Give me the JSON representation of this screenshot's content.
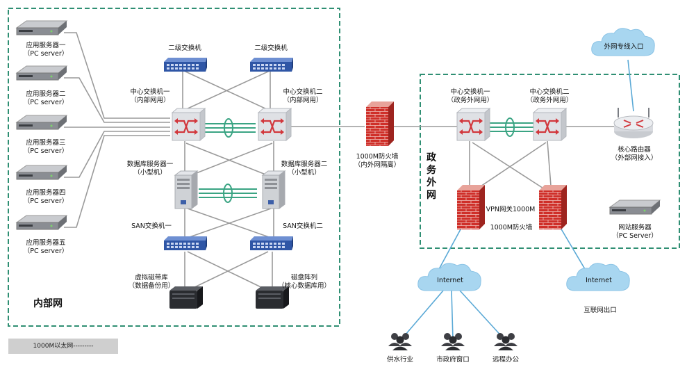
{
  "zones": {
    "internal": "内部网",
    "gov_external": [
      "政",
      "务",
      "外",
      "网"
    ]
  },
  "devices": {
    "app_server_1": [
      "应用服务器一",
      "（PC server）"
    ],
    "app_server_2": [
      "应用服务器二",
      "（PC server）"
    ],
    "app_server_3": [
      "应用服务器三",
      "（PC server）"
    ],
    "app_server_4": [
      "应用服务器四",
      "（PC server）"
    ],
    "app_server_5": [
      "应用服务器五",
      "（PC server）"
    ],
    "l2_switch_1": [
      "二级交换机"
    ],
    "l2_switch_2": [
      "二级交换机"
    ],
    "core_switch_1": [
      "中心交换机一",
      "（内部网用）"
    ],
    "core_switch_2": [
      "中心交换机二",
      "（内部网用）"
    ],
    "db_server_1": [
      "数据库服务器一",
      "（小型机）"
    ],
    "db_server_2": [
      "数据库服务器二",
      "（小型机）"
    ],
    "san_switch_1": [
      "SAN交换机一"
    ],
    "san_switch_2": [
      "SAN交换机二"
    ],
    "tape_library": [
      "虚拟磁带库",
      "（数据备份用）"
    ],
    "disk_array": [
      "磁盘阵列",
      "（核心数据库用）"
    ],
    "firewall_mid": [
      "1000M防火墙",
      "（内外网隔离）"
    ],
    "gov_switch_1": [
      "中心交换机一",
      "（政务外网用）"
    ],
    "gov_switch_2": [
      "中心交换机二",
      "（政务外网用）"
    ],
    "core_router": [
      "核心路由器",
      "（外部网接入）"
    ],
    "vpn_gateway": [
      "VPN网关1000M"
    ],
    "firewall_gov": [
      "1000M防火墙"
    ],
    "web_server": [
      "网站服务器",
      "（PC Server）"
    ],
    "cloud_dedicated": [
      "外网专线入口"
    ],
    "cloud_internet_1": [
      "Internet"
    ],
    "cloud_internet_2": [
      "Internet"
    ],
    "internet_exit": [
      "互联网出口"
    ],
    "user_water": [
      "供水行业"
    ],
    "user_gov": [
      "市政府窗口"
    ],
    "user_remote": [
      "远程办公"
    ]
  },
  "legend": "1000M以太网---------",
  "colors": {
    "zone_border": "#2f8f73",
    "switch_blue": "#2f56a6",
    "core_switch": "#d7dadf",
    "firewall": "#c9302c",
    "link_green": "#3aa483",
    "cloud": "#9fd1ee",
    "link_gray": "#9a9a9a"
  }
}
